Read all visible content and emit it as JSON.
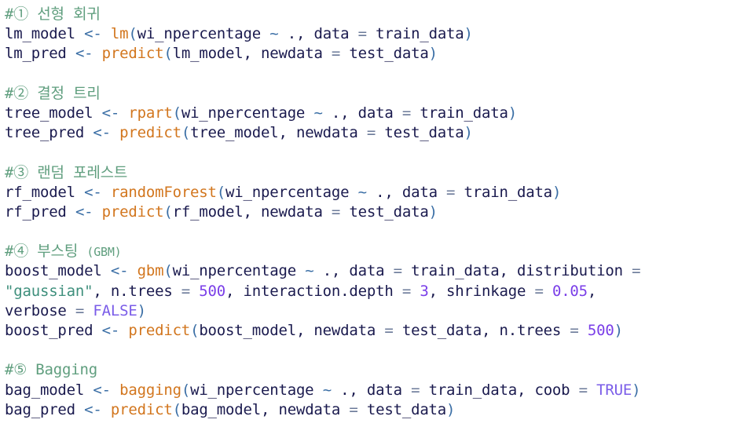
{
  "editor": {
    "language": "R",
    "background": "#ffffff",
    "theme_colors": {
      "comment": "#5f9e7e",
      "identifier": "#1a1a4e",
      "function": "#d2761e",
      "operator": "#3a6ea5",
      "equals": "#6b7a99",
      "number": "#7a3ee8",
      "constant": "#7a5ce8",
      "string": "#3e8f7c"
    }
  },
  "code": {
    "lines": [
      {
        "id": "line-1",
        "tokens": [
          {
            "t": "#① 선형 회귀",
            "c": "tok-comment"
          }
        ]
      },
      {
        "id": "line-2",
        "tokens": [
          {
            "t": "lm_model",
            "c": "tok-ident"
          },
          {
            "t": " ",
            "c": "tok-punct"
          },
          {
            "t": "<-",
            "c": "tok-assign"
          },
          {
            "t": " ",
            "c": "tok-punct"
          },
          {
            "t": "lm",
            "c": "tok-func"
          },
          {
            "t": "(",
            "c": "tok-paren"
          },
          {
            "t": "wi_npercentage",
            "c": "tok-ident"
          },
          {
            "t": " ",
            "c": "tok-punct"
          },
          {
            "t": "~",
            "c": "tok-op"
          },
          {
            "t": " .,",
            "c": "tok-punct"
          },
          {
            "t": " data ",
            "c": "tok-ident"
          },
          {
            "t": "=",
            "c": "tok-eq"
          },
          {
            "t": " train_data",
            "c": "tok-ident"
          },
          {
            "t": ")",
            "c": "tok-paren"
          }
        ]
      },
      {
        "id": "line-3",
        "tokens": [
          {
            "t": "lm_pred",
            "c": "tok-ident"
          },
          {
            "t": " ",
            "c": "tok-punct"
          },
          {
            "t": "<-",
            "c": "tok-assign"
          },
          {
            "t": " ",
            "c": "tok-punct"
          },
          {
            "t": "predict",
            "c": "tok-func"
          },
          {
            "t": "(",
            "c": "tok-paren"
          },
          {
            "t": "lm_model,",
            "c": "tok-ident"
          },
          {
            "t": " newdata ",
            "c": "tok-ident"
          },
          {
            "t": "=",
            "c": "tok-eq"
          },
          {
            "t": " test_data",
            "c": "tok-ident"
          },
          {
            "t": ")",
            "c": "tok-paren"
          }
        ]
      },
      {
        "id": "line-4",
        "blank": true,
        "tokens": []
      },
      {
        "id": "line-5",
        "tokens": [
          {
            "t": "#② 결정 트리",
            "c": "tok-comment"
          }
        ]
      },
      {
        "id": "line-6",
        "tokens": [
          {
            "t": "tree_model",
            "c": "tok-ident"
          },
          {
            "t": " ",
            "c": "tok-punct"
          },
          {
            "t": "<-",
            "c": "tok-assign"
          },
          {
            "t": " ",
            "c": "tok-punct"
          },
          {
            "t": "rpart",
            "c": "tok-func"
          },
          {
            "t": "(",
            "c": "tok-paren"
          },
          {
            "t": "wi_npercentage",
            "c": "tok-ident"
          },
          {
            "t": " ",
            "c": "tok-punct"
          },
          {
            "t": "~",
            "c": "tok-op"
          },
          {
            "t": " .,",
            "c": "tok-punct"
          },
          {
            "t": " data ",
            "c": "tok-ident"
          },
          {
            "t": "=",
            "c": "tok-eq"
          },
          {
            "t": " train_data",
            "c": "tok-ident"
          },
          {
            "t": ")",
            "c": "tok-paren"
          }
        ]
      },
      {
        "id": "line-7",
        "tokens": [
          {
            "t": "tree_pred",
            "c": "tok-ident"
          },
          {
            "t": " ",
            "c": "tok-punct"
          },
          {
            "t": "<-",
            "c": "tok-assign"
          },
          {
            "t": " ",
            "c": "tok-punct"
          },
          {
            "t": "predict",
            "c": "tok-func"
          },
          {
            "t": "(",
            "c": "tok-paren"
          },
          {
            "t": "tree_model,",
            "c": "tok-ident"
          },
          {
            "t": " newdata ",
            "c": "tok-ident"
          },
          {
            "t": "=",
            "c": "tok-eq"
          },
          {
            "t": " test_data",
            "c": "tok-ident"
          },
          {
            "t": ")",
            "c": "tok-paren"
          }
        ]
      },
      {
        "id": "line-8",
        "blank": true,
        "tokens": []
      },
      {
        "id": "line-9",
        "tokens": [
          {
            "t": "#③ 랜덤 포레스트",
            "c": "tok-comment"
          }
        ]
      },
      {
        "id": "line-10",
        "tokens": [
          {
            "t": "rf_model",
            "c": "tok-ident"
          },
          {
            "t": " ",
            "c": "tok-punct"
          },
          {
            "t": "<-",
            "c": "tok-assign"
          },
          {
            "t": " ",
            "c": "tok-punct"
          },
          {
            "t": "randomForest",
            "c": "tok-func"
          },
          {
            "t": "(",
            "c": "tok-paren"
          },
          {
            "t": "wi_npercentage",
            "c": "tok-ident"
          },
          {
            "t": " ",
            "c": "tok-punct"
          },
          {
            "t": "~",
            "c": "tok-op"
          },
          {
            "t": " .,",
            "c": "tok-punct"
          },
          {
            "t": " data ",
            "c": "tok-ident"
          },
          {
            "t": "=",
            "c": "tok-eq"
          },
          {
            "t": " train_data",
            "c": "tok-ident"
          },
          {
            "t": ")",
            "c": "tok-paren"
          }
        ]
      },
      {
        "id": "line-11",
        "tokens": [
          {
            "t": "rf_pred",
            "c": "tok-ident"
          },
          {
            "t": " ",
            "c": "tok-punct"
          },
          {
            "t": "<-",
            "c": "tok-assign"
          },
          {
            "t": " ",
            "c": "tok-punct"
          },
          {
            "t": "predict",
            "c": "tok-func"
          },
          {
            "t": "(",
            "c": "tok-paren"
          },
          {
            "t": "rf_model,",
            "c": "tok-ident"
          },
          {
            "t": " newdata ",
            "c": "tok-ident"
          },
          {
            "t": "=",
            "c": "tok-eq"
          },
          {
            "t": " test_data",
            "c": "tok-ident"
          },
          {
            "t": ")",
            "c": "tok-paren"
          }
        ]
      },
      {
        "id": "line-12",
        "blank": true,
        "tokens": []
      },
      {
        "id": "line-13",
        "tokens": [
          {
            "t": "#④ 부스팅 ",
            "c": "tok-comment"
          },
          {
            "t": "(GBM)",
            "c": "tok-comment tok-small"
          }
        ]
      },
      {
        "id": "line-14",
        "tokens": [
          {
            "t": "boost_model",
            "c": "tok-ident"
          },
          {
            "t": " ",
            "c": "tok-punct"
          },
          {
            "t": "<-",
            "c": "tok-assign"
          },
          {
            "t": " ",
            "c": "tok-punct"
          },
          {
            "t": "gbm",
            "c": "tok-func"
          },
          {
            "t": "(",
            "c": "tok-paren"
          },
          {
            "t": "wi_npercentage",
            "c": "tok-ident"
          },
          {
            "t": " ",
            "c": "tok-punct"
          },
          {
            "t": "~",
            "c": "tok-op"
          },
          {
            "t": " .,",
            "c": "tok-punct"
          },
          {
            "t": " data ",
            "c": "tok-ident"
          },
          {
            "t": "=",
            "c": "tok-eq"
          },
          {
            "t": " train_data, distribution ",
            "c": "tok-ident"
          },
          {
            "t": "=",
            "c": "tok-eq"
          }
        ]
      },
      {
        "id": "line-15",
        "tokens": [
          {
            "t": "\"gaussian\"",
            "c": "tok-string"
          },
          {
            "t": ",",
            "c": "tok-punct"
          },
          {
            "t": " n.trees ",
            "c": "tok-ident"
          },
          {
            "t": "=",
            "c": "tok-eq"
          },
          {
            "t": " ",
            "c": "tok-punct"
          },
          {
            "t": "500",
            "c": "tok-num"
          },
          {
            "t": ",",
            "c": "tok-punct"
          },
          {
            "t": " interaction.depth ",
            "c": "tok-ident"
          },
          {
            "t": "=",
            "c": "tok-eq"
          },
          {
            "t": " ",
            "c": "tok-punct"
          },
          {
            "t": "3",
            "c": "tok-num"
          },
          {
            "t": ",",
            "c": "tok-punct"
          },
          {
            "t": " shrinkage ",
            "c": "tok-ident"
          },
          {
            "t": "=",
            "c": "tok-eq"
          },
          {
            "t": " ",
            "c": "tok-punct"
          },
          {
            "t": "0.05",
            "c": "tok-num"
          },
          {
            "t": ",",
            "c": "tok-punct"
          }
        ]
      },
      {
        "id": "line-16",
        "tokens": [
          {
            "t": "verbose ",
            "c": "tok-ident"
          },
          {
            "t": "=",
            "c": "tok-eq"
          },
          {
            "t": " ",
            "c": "tok-punct"
          },
          {
            "t": "FALSE",
            "c": "tok-const"
          },
          {
            "t": ")",
            "c": "tok-paren"
          }
        ]
      },
      {
        "id": "line-17",
        "tokens": [
          {
            "t": "boost_pred",
            "c": "tok-ident"
          },
          {
            "t": " ",
            "c": "tok-punct"
          },
          {
            "t": "<-",
            "c": "tok-assign"
          },
          {
            "t": " ",
            "c": "tok-punct"
          },
          {
            "t": "predict",
            "c": "tok-func"
          },
          {
            "t": "(",
            "c": "tok-paren"
          },
          {
            "t": "boost_model,",
            "c": "tok-ident"
          },
          {
            "t": " newdata ",
            "c": "tok-ident"
          },
          {
            "t": "=",
            "c": "tok-eq"
          },
          {
            "t": " test_data, n.trees ",
            "c": "tok-ident"
          },
          {
            "t": "=",
            "c": "tok-eq"
          },
          {
            "t": " ",
            "c": "tok-punct"
          },
          {
            "t": "500",
            "c": "tok-num"
          },
          {
            "t": ")",
            "c": "tok-paren"
          }
        ]
      },
      {
        "id": "line-18",
        "blank": true,
        "tokens": []
      },
      {
        "id": "line-19",
        "tokens": [
          {
            "t": "#⑤ Bagging",
            "c": "tok-comment"
          }
        ]
      },
      {
        "id": "line-20",
        "tokens": [
          {
            "t": "bag_model",
            "c": "tok-ident"
          },
          {
            "t": " ",
            "c": "tok-punct"
          },
          {
            "t": "<-",
            "c": "tok-assign"
          },
          {
            "t": " ",
            "c": "tok-punct"
          },
          {
            "t": "bagging",
            "c": "tok-func"
          },
          {
            "t": "(",
            "c": "tok-paren"
          },
          {
            "t": "wi_npercentage",
            "c": "tok-ident"
          },
          {
            "t": " ",
            "c": "tok-punct"
          },
          {
            "t": "~",
            "c": "tok-op"
          },
          {
            "t": " .,",
            "c": "tok-punct"
          },
          {
            "t": " data ",
            "c": "tok-ident"
          },
          {
            "t": "=",
            "c": "tok-eq"
          },
          {
            "t": " train_data, coob ",
            "c": "tok-ident"
          },
          {
            "t": "=",
            "c": "tok-eq"
          },
          {
            "t": " ",
            "c": "tok-punct"
          },
          {
            "t": "TRUE",
            "c": "tok-const"
          },
          {
            "t": ")",
            "c": "tok-paren"
          }
        ]
      },
      {
        "id": "line-21",
        "tokens": [
          {
            "t": "bag_pred",
            "c": "tok-ident"
          },
          {
            "t": " ",
            "c": "tok-punct"
          },
          {
            "t": "<-",
            "c": "tok-assign"
          },
          {
            "t": " ",
            "c": "tok-punct"
          },
          {
            "t": "predict",
            "c": "tok-func"
          },
          {
            "t": "(",
            "c": "tok-paren"
          },
          {
            "t": "bag_model,",
            "c": "tok-ident"
          },
          {
            "t": " newdata ",
            "c": "tok-ident"
          },
          {
            "t": "=",
            "c": "tok-eq"
          },
          {
            "t": " test_data",
            "c": "tok-ident"
          },
          {
            "t": ")",
            "c": "tok-paren"
          }
        ]
      }
    ],
    "plain_text": [
      "#① 선형 회귀",
      "lm_model <- lm(wi_npercentage ~ ., data = train_data)",
      "lm_pred <- predict(lm_model, newdata = test_data)",
      "",
      "#② 결정 트리",
      "tree_model <- rpart(wi_npercentage ~ ., data = train_data)",
      "tree_pred <- predict(tree_model, newdata = test_data)",
      "",
      "#③ 랜덤 포레스트",
      "rf_model <- randomForest(wi_npercentage ~ ., data = train_data)",
      "rf_pred <- predict(rf_model, newdata = test_data)",
      "",
      "#④ 부스팅 (GBM)",
      "boost_model <- gbm(wi_npercentage ~ ., data = train_data, distribution =",
      "\"gaussian\", n.trees = 500, interaction.depth = 3, shrinkage = 0.05,",
      "verbose = FALSE)",
      "boost_pred <- predict(boost_model, newdata = test_data, n.trees = 500)",
      "",
      "#⑤ Bagging",
      "bag_model <- bagging(wi_npercentage ~ ., data = train_data, coob = TRUE)",
      "bag_pred <- predict(bag_model, newdata = test_data)"
    ]
  }
}
